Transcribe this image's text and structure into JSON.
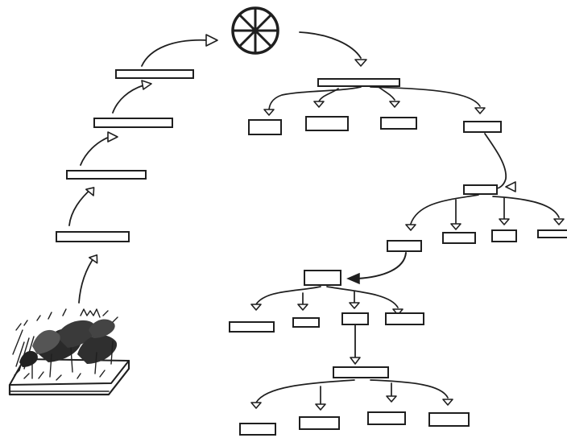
{
  "diagram": {
    "text_labels": [],
    "ink_color": "#1f1f1f",
    "background": "#ffffff",
    "elements": [
      "landscape-sketch",
      "stacked-bars-left",
      "wheel-symbol",
      "tree-hierarchy-right"
    ]
  }
}
